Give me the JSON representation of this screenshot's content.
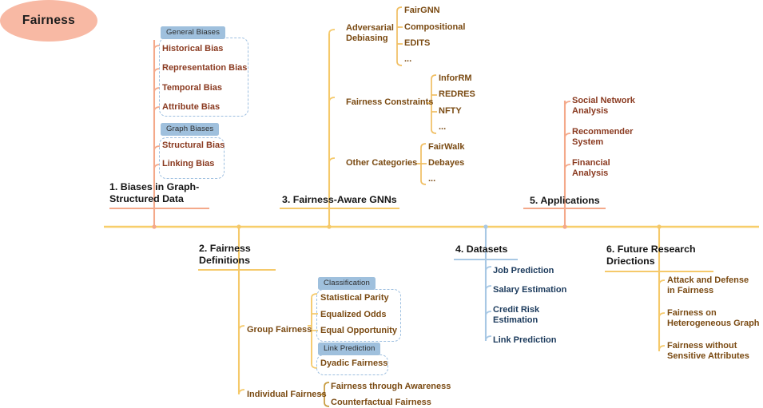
{
  "diagram": {
    "type": "mind-map",
    "root": {
      "label": "Fairness"
    },
    "colors": {
      "root_fill": "#F8B9A4",
      "spine": "#F7CE6B",
      "salmon": "#F4A98A",
      "yellow": "#F5C96A",
      "lightblue": "#A8C8E4",
      "badge_bg": "#9FC0DD",
      "dash_border": "#9DBFE0",
      "text_warm": "#7A4A12",
      "text_salmon": "#8A3A20",
      "text_navy": "#1B3A5C"
    },
    "branches": [
      {
        "id": "b1",
        "label": "1. Biases in Graph-\nStructured Data",
        "side": "top",
        "accent": "salmon",
        "groups": [
          {
            "badge": "General Biases",
            "items": [
              "Historical Bias",
              "Representation Bias",
              "Temporal Bias",
              "Attribute Bias"
            ]
          },
          {
            "badge": "Graph Biases",
            "items": [
              "Structural Bias",
              "Linking Bias"
            ]
          }
        ]
      },
      {
        "id": "b2",
        "label": "2. Fairness\nDefinitions",
        "side": "bottom",
        "accent": "yellow",
        "children": [
          {
            "label": "Group Fairness",
            "groups": [
              {
                "badge": "Classification",
                "items": [
                  "Statistical Parity",
                  "Equalized Odds",
                  "Equal Opportunity"
                ]
              },
              {
                "badge": "Link Prediction",
                "items": [
                  "Dyadic Fairness"
                ]
              }
            ]
          },
          {
            "label": "Individual Fairness",
            "items": [
              "Fairness through Awareness",
              "Counterfactual Fairness"
            ]
          }
        ]
      },
      {
        "id": "b3",
        "label": "3. Fairness-Aware GNNs",
        "side": "top",
        "accent": "yellow",
        "children": [
          {
            "label": "Adversarial\nDebiasing",
            "items": [
              "FairGNN",
              "Compositional",
              "EDITS",
              "..."
            ]
          },
          {
            "label": "Fairness Constraints",
            "items": [
              "InforRM",
              "REDRES",
              "NFTY",
              "..."
            ]
          },
          {
            "label": "Other Categories",
            "items": [
              "FairWalk",
              "Debayes",
              "..."
            ]
          }
        ]
      },
      {
        "id": "b4",
        "label": "4. Datasets",
        "side": "bottom",
        "accent": "lightblue",
        "items": [
          "Job Prediction",
          "Salary Estimation",
          "Credit Risk\nEstimation",
          "Link Prediction"
        ]
      },
      {
        "id": "b5",
        "label": "5. Applications",
        "side": "top",
        "accent": "salmon",
        "items": [
          "Social Network\nAnalysis",
          "Recommender\nSystem",
          "Financial\nAnalysis"
        ]
      },
      {
        "id": "b6",
        "label": "6. Future Research\nDriections",
        "side": "bottom",
        "accent": "yellow",
        "items": [
          "Attack and Defense\nin Fairness",
          "Fairness on\nHeterogeneous Graph",
          "Fairness without\nSensitive Attributes"
        ]
      }
    ]
  }
}
